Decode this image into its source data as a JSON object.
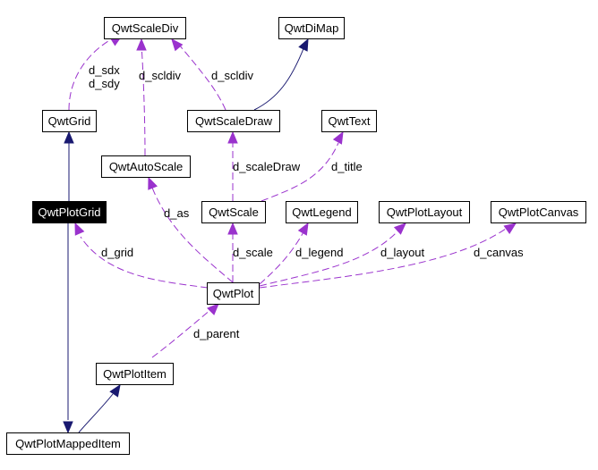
{
  "diagram": {
    "title": "Collaboration graph for QwtPlotGrid",
    "colors": {
      "inheritance_edge": "#191970",
      "usage_edge": "#9a32cd",
      "current_node_bg": "#000000",
      "current_node_fg": "#ffffff"
    },
    "nodes": {
      "QwtScaleDiv": "QwtScaleDiv",
      "QwtDiMap": "QwtDiMap",
      "QwtGrid": "QwtGrid",
      "QwtScaleDraw": "QwtScaleDraw",
      "QwtText": "QwtText",
      "QwtAutoScale": "QwtAutoScale",
      "QwtPlotGrid": "QwtPlotGrid",
      "QwtScale": "QwtScale",
      "QwtLegend": "QwtLegend",
      "QwtPlotLayout": "QwtPlotLayout",
      "QwtPlotCanvas": "QwtPlotCanvas",
      "QwtPlot": "QwtPlot",
      "QwtPlotItem": "QwtPlotItem",
      "QwtPlotMappedItem": "QwtPlotMappedItem"
    },
    "edges": [
      {
        "from": "QwtGrid",
        "to": "QwtScaleDiv",
        "type": "usage",
        "label": "d_sdx\nd_sdy"
      },
      {
        "from": "QwtAutoScale",
        "to": "QwtScaleDiv",
        "type": "usage",
        "label": "d_scldiv"
      },
      {
        "from": "QwtScaleDraw",
        "to": "QwtScaleDiv",
        "type": "usage",
        "label": "d_scldiv"
      },
      {
        "from": "QwtScaleDraw",
        "to": "QwtDiMap",
        "type": "inheritance",
        "label": ""
      },
      {
        "from": "QwtPlotGrid",
        "to": "QwtGrid",
        "type": "inheritance",
        "label": ""
      },
      {
        "from": "QwtScale",
        "to": "QwtScaleDraw",
        "type": "usage",
        "label": "d_scaleDraw"
      },
      {
        "from": "QwtScale",
        "to": "QwtText",
        "type": "usage",
        "label": "d_title"
      },
      {
        "from": "QwtPlot",
        "to": "QwtAutoScale",
        "type": "usage",
        "label": "d_as"
      },
      {
        "from": "QwtPlot",
        "to": "QwtPlotGrid",
        "type": "usage",
        "label": "d_grid"
      },
      {
        "from": "QwtPlot",
        "to": "QwtScale",
        "type": "usage",
        "label": "d_scale"
      },
      {
        "from": "QwtPlot",
        "to": "QwtLegend",
        "type": "usage",
        "label": "d_legend"
      },
      {
        "from": "QwtPlot",
        "to": "QwtPlotLayout",
        "type": "usage",
        "label": "d_layout"
      },
      {
        "from": "QwtPlot",
        "to": "QwtPlotCanvas",
        "type": "usage",
        "label": "d_canvas"
      },
      {
        "from": "QwtPlotItem",
        "to": "QwtPlot",
        "type": "usage",
        "label": "d_parent"
      },
      {
        "from": "QwtPlotGrid",
        "to": "QwtPlotMappedItem",
        "type": "inheritance",
        "label": ""
      },
      {
        "from": "QwtPlotMappedItem",
        "to": "QwtPlotItem",
        "type": "inheritance",
        "label": ""
      }
    ]
  }
}
